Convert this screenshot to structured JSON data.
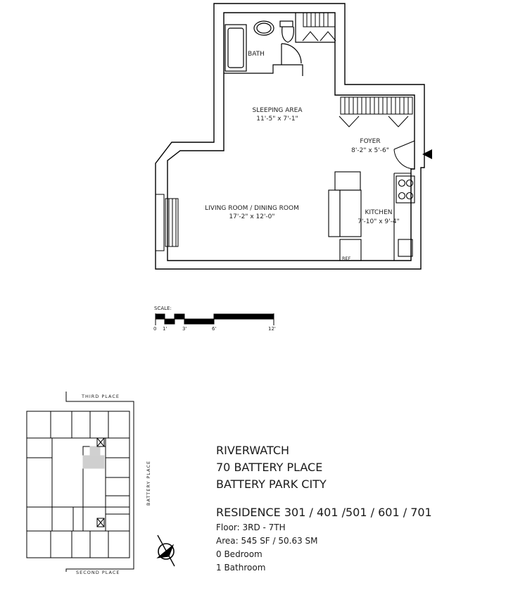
{
  "floorplan": {
    "rooms": {
      "bath": "BATH",
      "sleeping": {
        "name": "SLEEPING AREA",
        "dims": "11'-5\" x 7'-1\""
      },
      "foyer": {
        "name": "FOYER",
        "dims": "8'-2\" x 5'-6\""
      },
      "living": {
        "name": "LIVING ROOM / DINING ROOM",
        "dims": "17'-2\" x 12'-0\""
      },
      "kitchen": {
        "name": "KITCHEN",
        "dims": "7'-10\" x 9'-4\""
      },
      "ref": "REF"
    }
  },
  "scale": {
    "label": "SCALE:",
    "ticks": [
      "0",
      "1'",
      "3'",
      "6'",
      "12'"
    ]
  },
  "keyplan": {
    "third_place": "THIRD PLACE",
    "battery_place": "BATTERY PLACE",
    "second_place": "SECOND PLACE"
  },
  "building": {
    "name": "RIVERWATCH",
    "address": "70 BATTERY PLACE",
    "area_name": "BATTERY PARK CITY"
  },
  "residence": {
    "title": "RESIDENCE 301 / 401 /501 / 601 / 701",
    "floor": "Floor:  3RD - 7TH",
    "area": "Area: 545 SF / 50.63 SM",
    "bedrooms": "0 Bedroom",
    "bathrooms": "1 Bathroom"
  }
}
